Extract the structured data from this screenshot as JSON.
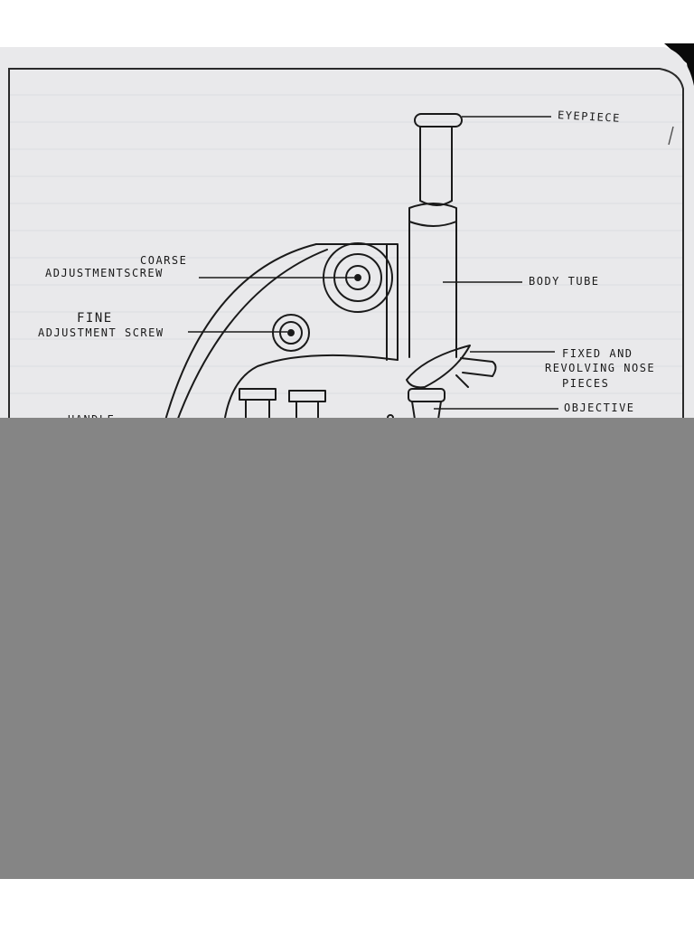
{
  "labels": {
    "eyepiece": "EYEPIECE",
    "coarse_1": "COARSE",
    "coarse_2": "ADJUSTMENTSCREW",
    "body_tube": "BODY TUBE",
    "fine_1": "FINE",
    "fine_2": "ADJUSTMENT SCREW",
    "nose_1": "FIXED AND",
    "nose_2": "REVOLVING NOSE",
    "nose_3": "PIECES",
    "objective": "OBJECTIVE",
    "handle": "HANDLE"
  },
  "colors": {
    "paper": "#e9e9eb",
    "ink": "#1a1a1a",
    "cover": "#858585",
    "dark_corner": "#0a0a0a"
  }
}
